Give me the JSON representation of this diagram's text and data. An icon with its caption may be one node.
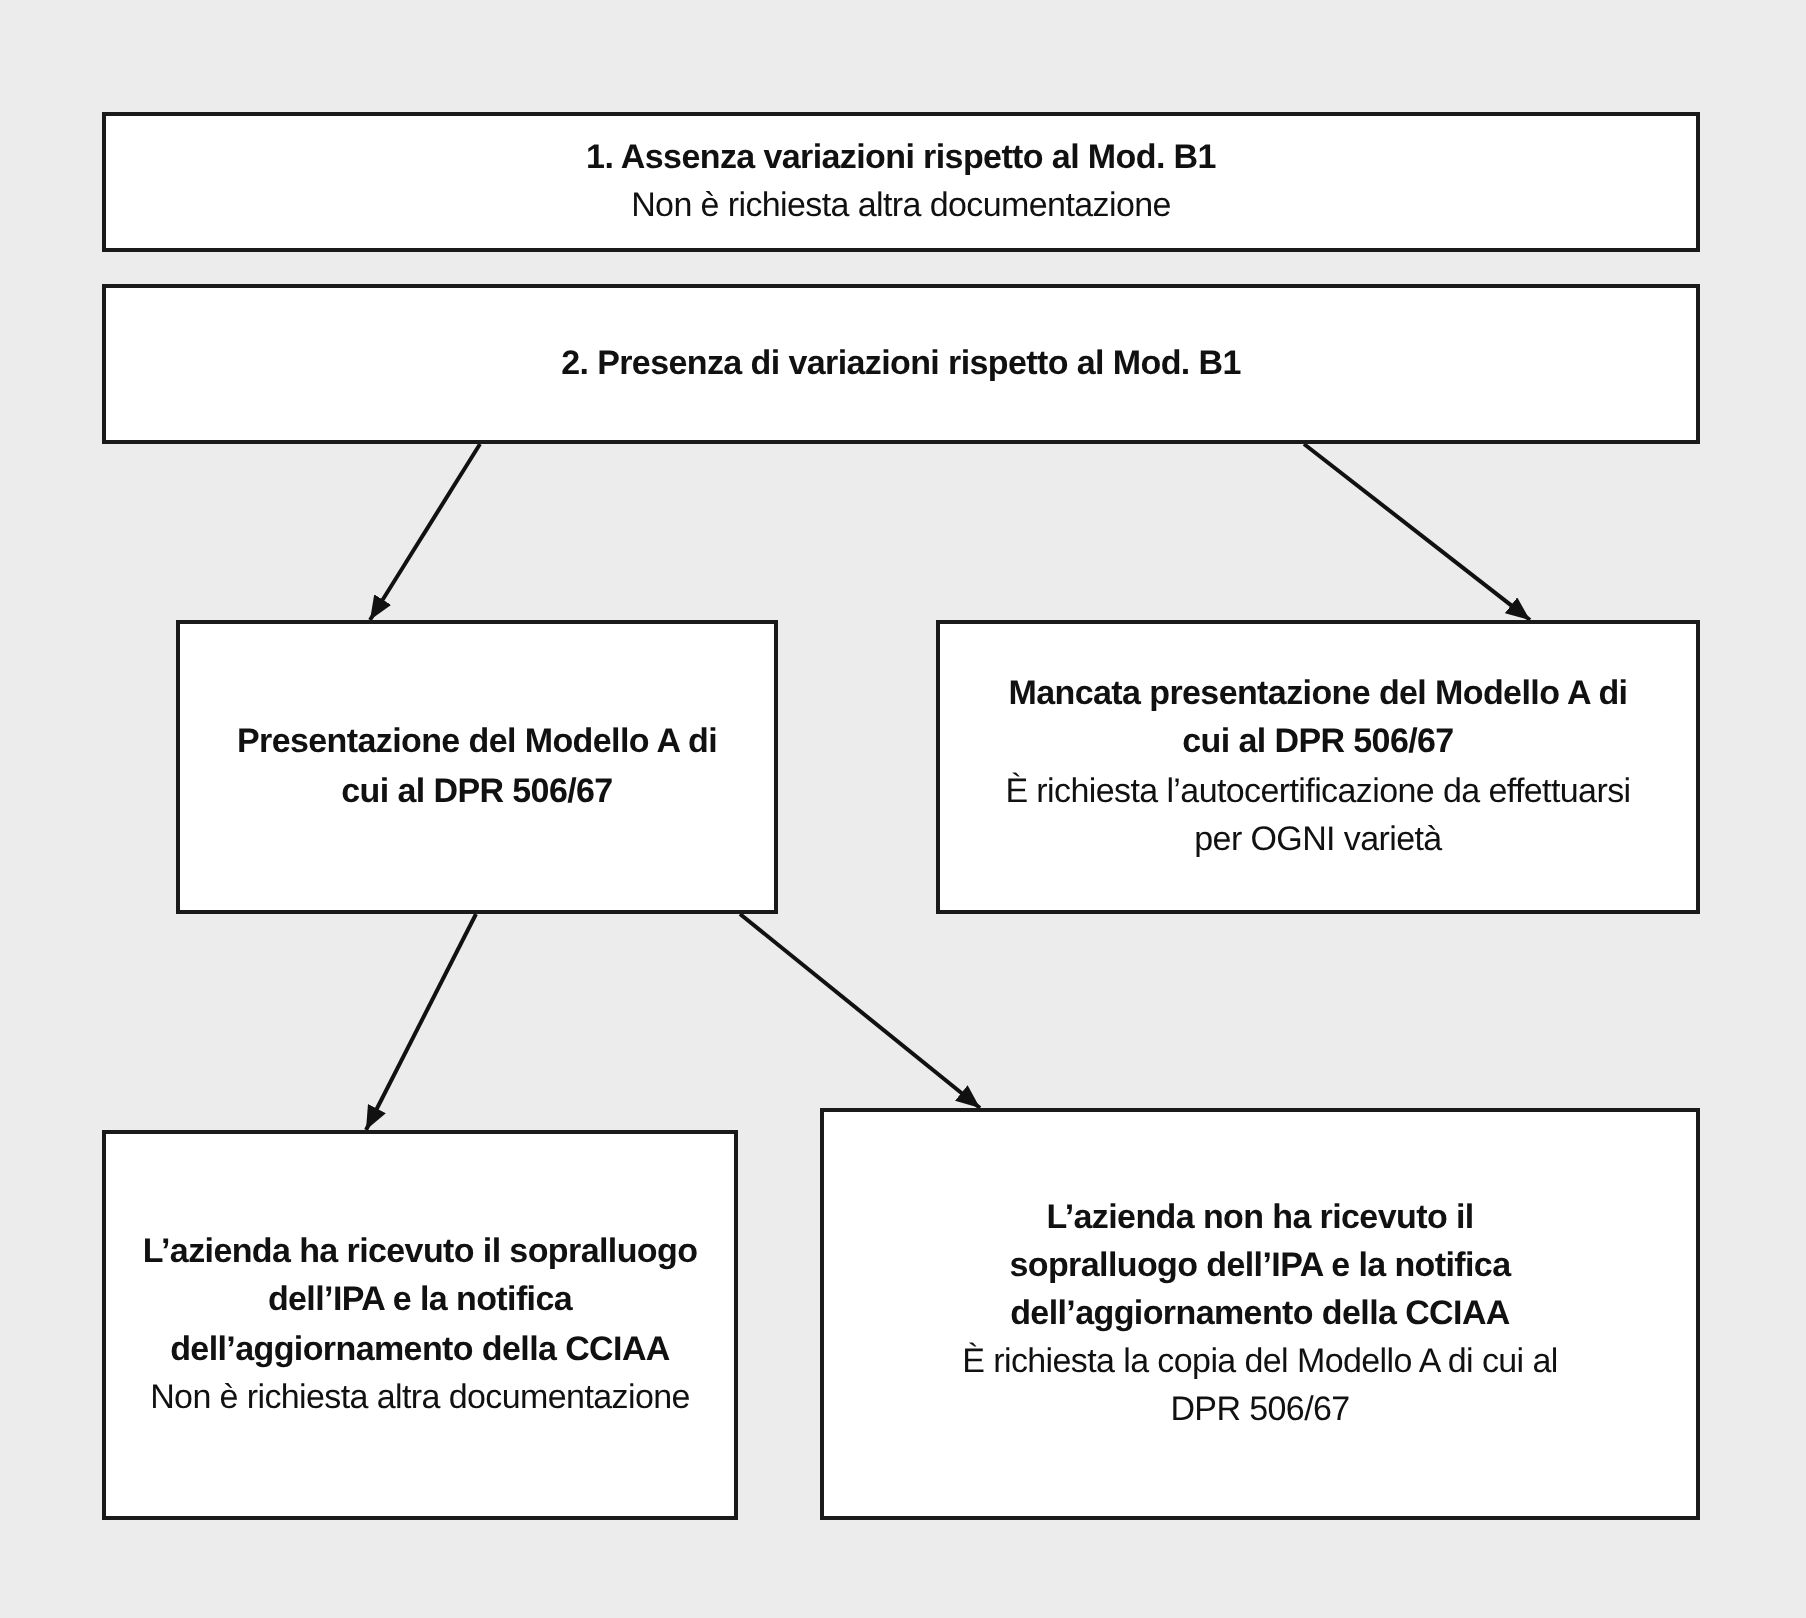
{
  "diagram": {
    "nodes": [
      {
        "text": [
          "1. Assenza variazioni rispetto al Mod. B1",
          "Non è richiesta altra documentazione"
        ]
      },
      {
        "text": [
          "2. Presenza di variazioni rispetto al Mod. B1"
        ]
      },
      {
        "text": [
          "Presentazione del Modello A di cui al DPR 506/67"
        ]
      },
      {
        "text": [
          "Mancata presentazione del Modello A di cui al DPR 506/67",
          "È richiesta l’autocertificazione da effettuarsi per OGNI varietà"
        ]
      },
      {
        "text": [
          "L’azienda ha ricevuto il sopralluogo dell’IPA e la notifica dell’aggiornamento della CCIAA",
          "Non è richiesta altra documentazione"
        ]
      },
      {
        "text": [
          "L’azienda non ha ricevuto il sopralluogo dell’IPA e la notifica dell’aggiornamento della CCIAA",
          "È richiesta la copia del Modello A di cui al DPR 506/67"
        ]
      }
    ],
    "edges": [
      {
        "from": 1,
        "to": 2,
        "arrow": "to"
      },
      {
        "from": 1,
        "to": 3,
        "arrow": "to"
      },
      {
        "from": 2,
        "to": 4,
        "arrow": "to"
      },
      {
        "from": 2,
        "to": 5,
        "arrow": "to"
      }
    ]
  }
}
